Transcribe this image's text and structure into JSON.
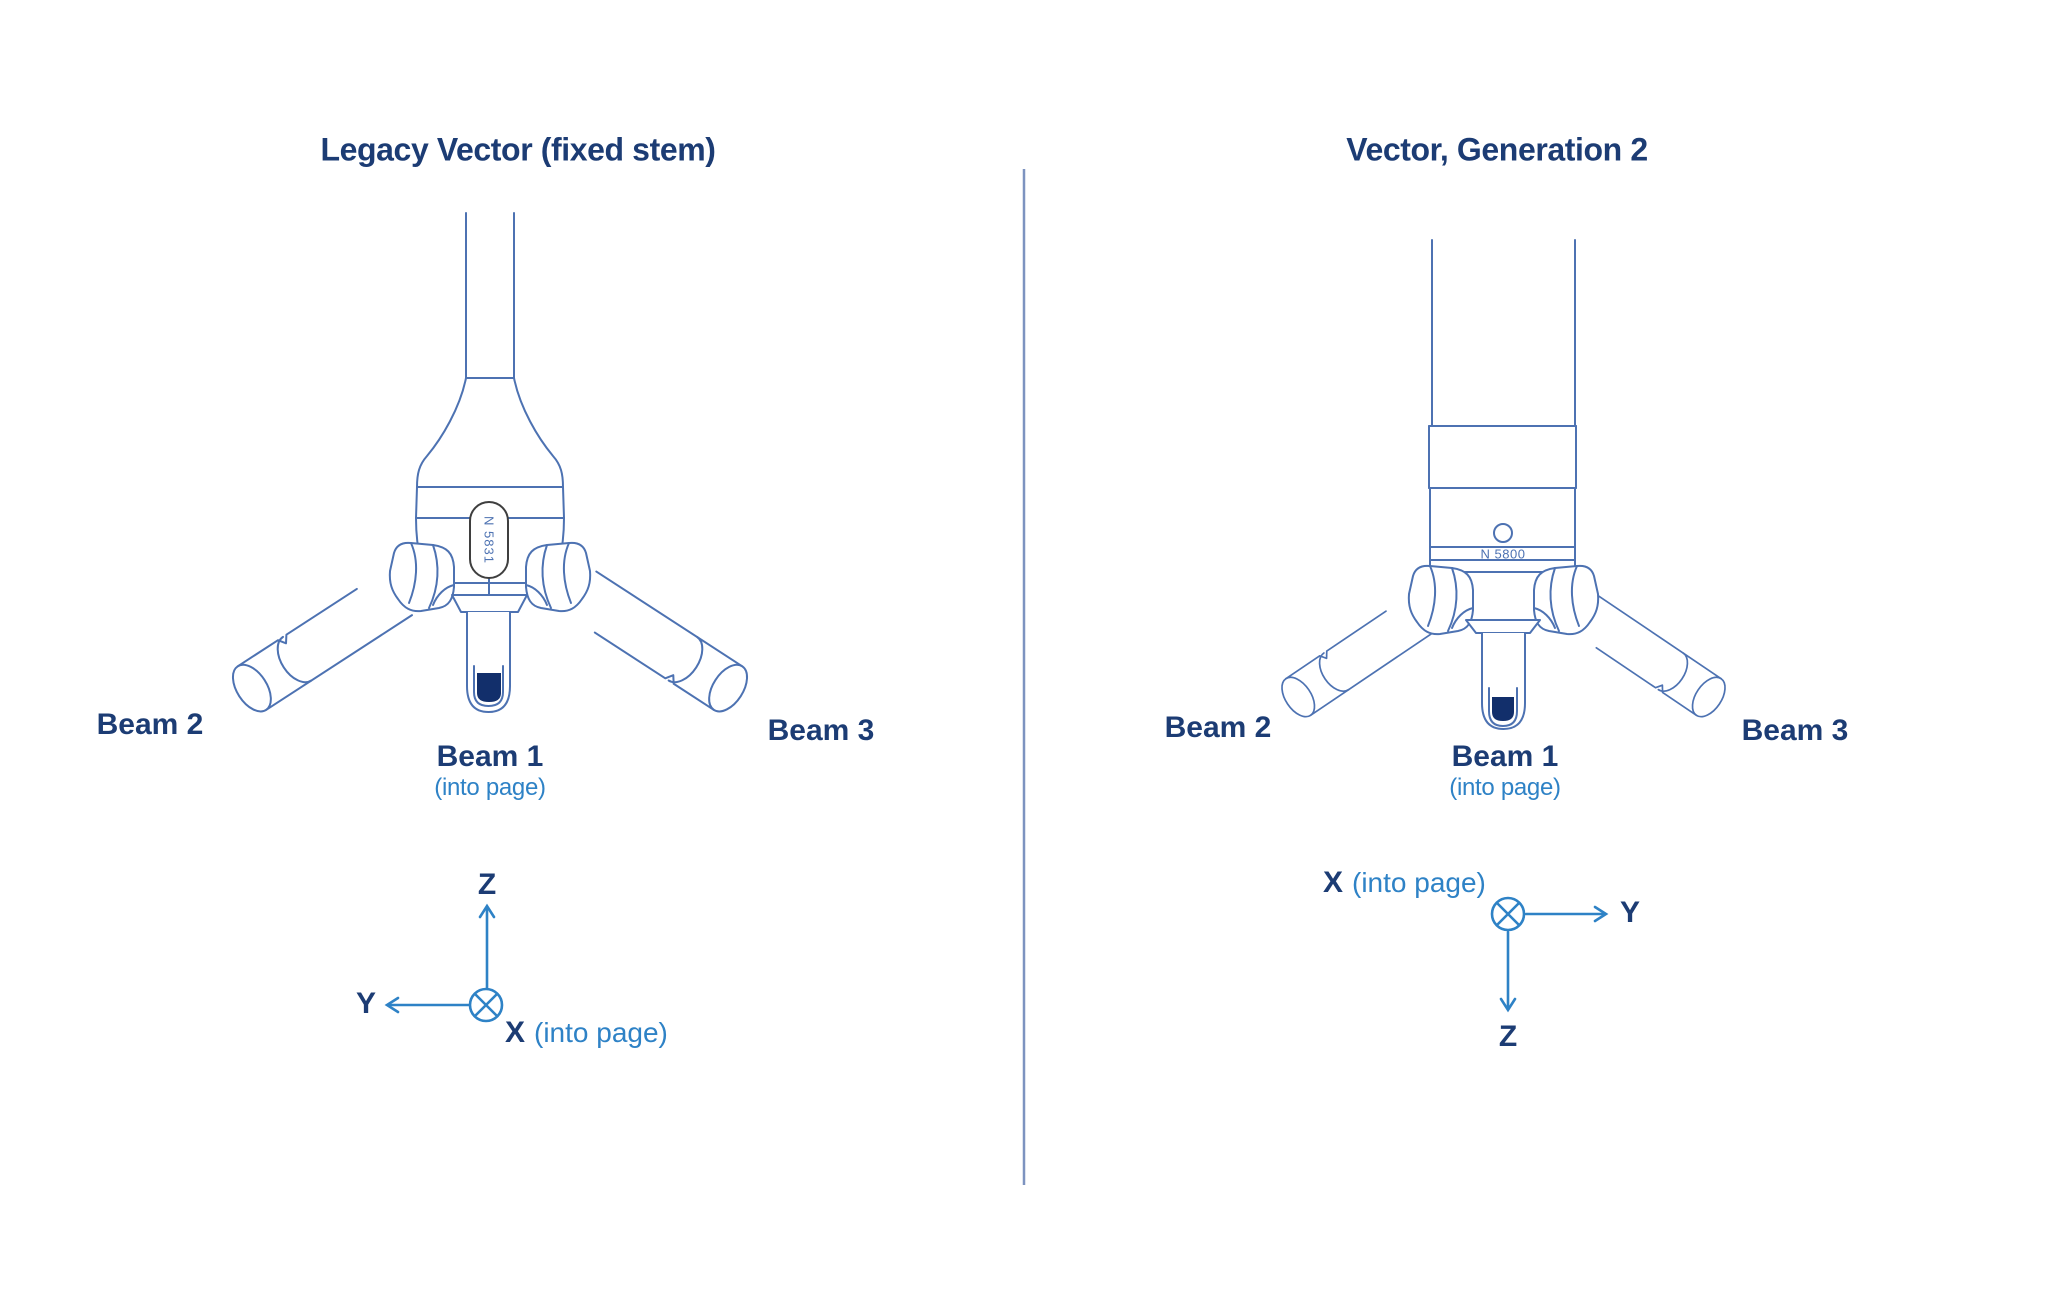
{
  "colors": {
    "line": "#4d72b2",
    "navy": "#1c3c74",
    "navy_fill": "#122f6b",
    "light_blue": "#2e82c6",
    "pill_outline": "#3f3f3f",
    "divider": "#7d93c0"
  },
  "left": {
    "title": "Legacy Vector (fixed stem)",
    "serial": "N 5831",
    "beam1": "Beam 1",
    "beam1_note": "(into page)",
    "beam2": "Beam 2",
    "beam3": "Beam 3",
    "axis_up": "Z",
    "axis_left": "Y",
    "axis_into": "X",
    "axis_into_note": "(into page)"
  },
  "right": {
    "title": "Vector, Generation 2",
    "serial": "N 5800",
    "beam1": "Beam 1",
    "beam1_note": "(into page)",
    "beam2": "Beam 2",
    "beam3": "Beam 3",
    "axis_right": "Y",
    "axis_down": "Z",
    "axis_into": "X",
    "axis_into_note": "(into page)"
  }
}
